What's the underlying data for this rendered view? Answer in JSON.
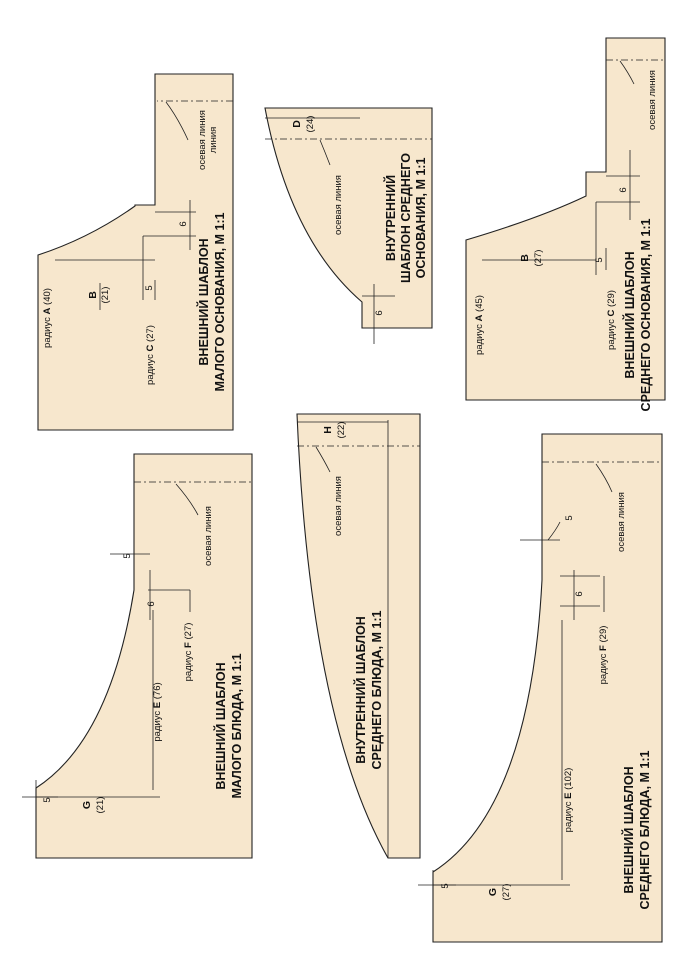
{
  "templates": {
    "outer_small_base": {
      "title1": "ВНЕШНИЙ ШАБЛОН",
      "title2": "МАЛОГО ОСНОВАНИЯ, М 1:1",
      "radius_a_pre": "радиус ",
      "radius_a_letter": "A",
      "radius_a_val": " (40)",
      "radius_c_pre": "радиус ",
      "radius_c_letter": "C",
      "radius_c_val": " (27)",
      "b_letter": "B",
      "b_val": "(21)",
      "dim_6": "6",
      "dim_5": "5",
      "axis_label": "осевая линия"
    },
    "inner_medium_base": {
      "title1": "ВНУТРЕННИЙ",
      "title2": "ШАБЛОН СРЕДНЕГО",
      "title3": "ОСНОВАНИЯ, М 1:1",
      "d_letter": "D",
      "d_val": "(24)",
      "dim_6": "6",
      "axis_label": "осевая линия"
    },
    "outer_medium_base": {
      "title1": "ВНЕШНИЙ ШАБЛОН",
      "title2": "СРЕДНЕГО ОСНОВАНИЯ, М 1:1",
      "radius_a_pre": "радиус ",
      "radius_a_letter": "A",
      "radius_a_val": " (45)",
      "radius_c_pre": "радиус ",
      "radius_c_letter": "C",
      "radius_c_val": " (29)",
      "b_letter": "B",
      "b_val": "(27)",
      "dim_6": "6",
      "dim_5": "5",
      "axis_label": "осевая линия"
    },
    "outer_small_dish": {
      "title1": "ВНЕШНИЙ ШАБЛОН",
      "title2": "МАЛОГО БЛЮДА, М 1:1",
      "radius_e_pre": "радиус ",
      "radius_e_letter": "E",
      "radius_e_val": " (76)",
      "radius_f_pre": "радиус ",
      "radius_f_letter": "F",
      "radius_f_val": " (27)",
      "g_letter": "G",
      "g_val": "(21)",
      "dim_5a": "5",
      "dim_6": "6",
      "dim_5b": "5",
      "axis_label": "осевая линия"
    },
    "inner_medium_dish": {
      "title1": "ВНУТРЕННИЙ ШАБЛОН",
      "title2": "СРЕДНЕГО БЛЮДА, М 1:1",
      "h_letter": "H",
      "h_val": "(22)",
      "axis_label": "осевая линия"
    },
    "outer_medium_dish": {
      "title1": "ВНЕШНИЙ ШАБЛОН",
      "title2": "СРЕДНЕГО БЛЮДА, М 1:1",
      "radius_e_pre": "радиус ",
      "radius_e_letter": "E",
      "radius_e_val": " (102)",
      "radius_f_pre": "радиус ",
      "radius_f_letter": "F",
      "radius_f_val": " (29)",
      "g_letter": "G",
      "g_val": "(27)",
      "dim_5a": "5",
      "dim_6": "6",
      "dim_5b": "5",
      "axis_label": "осевая линия"
    }
  }
}
